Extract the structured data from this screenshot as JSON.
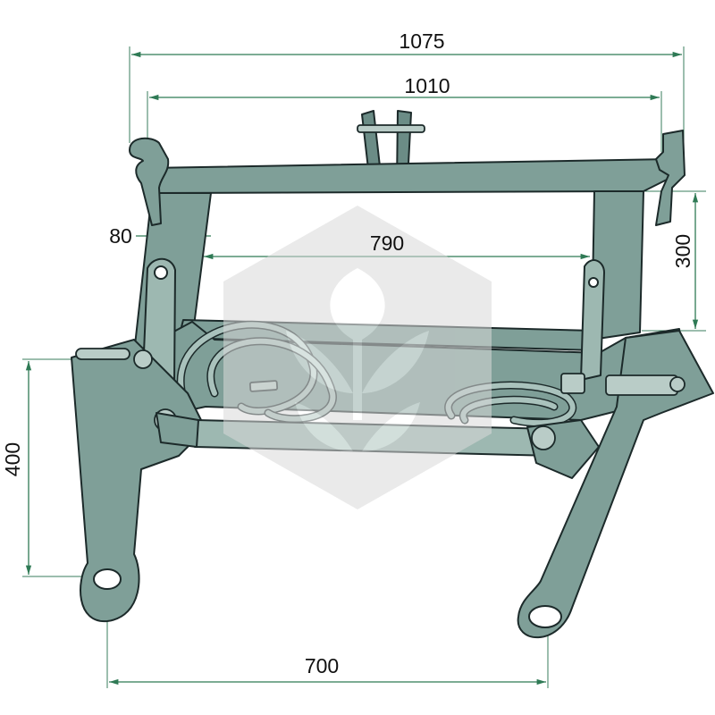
{
  "dimensions": {
    "overall_width": "1075",
    "inner_width": "1010",
    "frame_inner_width": "790",
    "frame_member_width": "80",
    "frame_height": "300",
    "arm_height": "400",
    "arm_spacing": "700"
  },
  "colors": {
    "part_fill": "#7f9f98",
    "outline": "#1c2a2a",
    "dimension_line": "#2f7a55",
    "watermark": "#d9d9d9"
  },
  "watermark": {
    "icon": "leaf-hexagon-watermark-icon"
  }
}
